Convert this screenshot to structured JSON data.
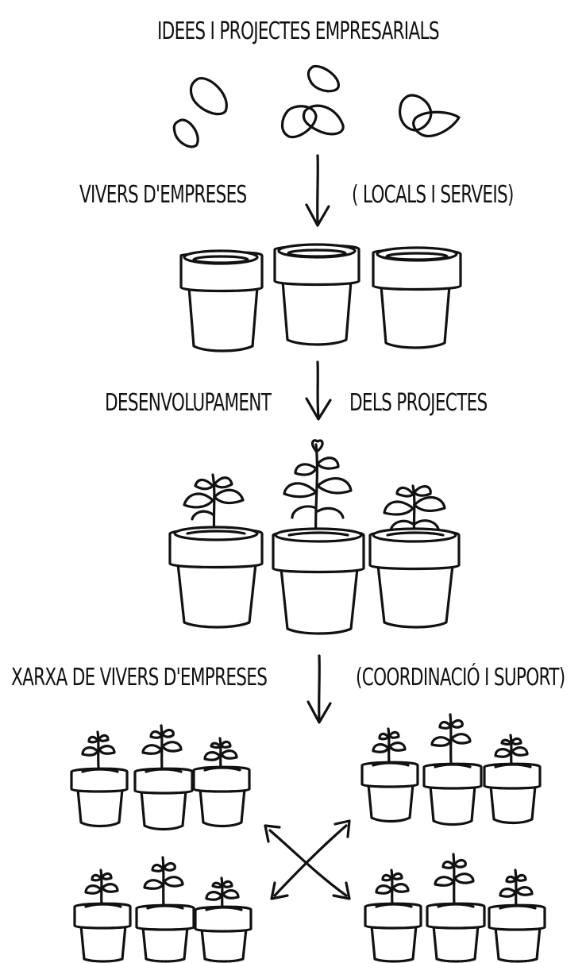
{
  "diagram": {
    "title": "IDEES I PROJECTES EMPRESARIALS",
    "stage1": {
      "left": "VIVERS D'EMPRESES",
      "right": "( LOCALS I SERVEIS)"
    },
    "stage2": {
      "left": "DESENVOLUPAMENT",
      "right": "DELS PROJECTES"
    },
    "stage3": {
      "left": "XARXA DE VIVERS D'EMPRESES",
      "right": "(COORDINACIÓ I SUPORT)"
    }
  },
  "icons": {
    "seeds": "seed-icon",
    "pots": "flower-pot-icon",
    "plants": "seedling-icon",
    "arrows": "arrow-down-icon",
    "network": "bidirectional-cross-arrow-icon"
  },
  "colors": {
    "ink": "#111111",
    "background": "#ffffff"
  }
}
